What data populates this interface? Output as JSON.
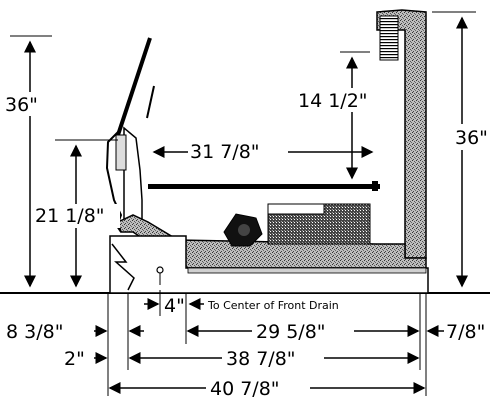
{
  "labels": {
    "height_left": "36\"",
    "height_right": "36\"",
    "upper_depth": "14 1/2\"",
    "shelf_width": "31 7/8\"",
    "front_height": "21 1/8\"",
    "inset_front": "8 3/8\"",
    "drain_offset": "4\"",
    "drain_note": "To Center of Front Drain",
    "inner_depth": "29 5/8\"",
    "rear_wall": "7/8\"",
    "front_lip": "2\"",
    "mid_depth": "38 7/8\"",
    "overall_depth": "40 7/8\""
  },
  "colors": {
    "ink": "#000000",
    "insulation": "#8a8a8a",
    "base": "#c8c8c8",
    "background": "#ffffff"
  }
}
